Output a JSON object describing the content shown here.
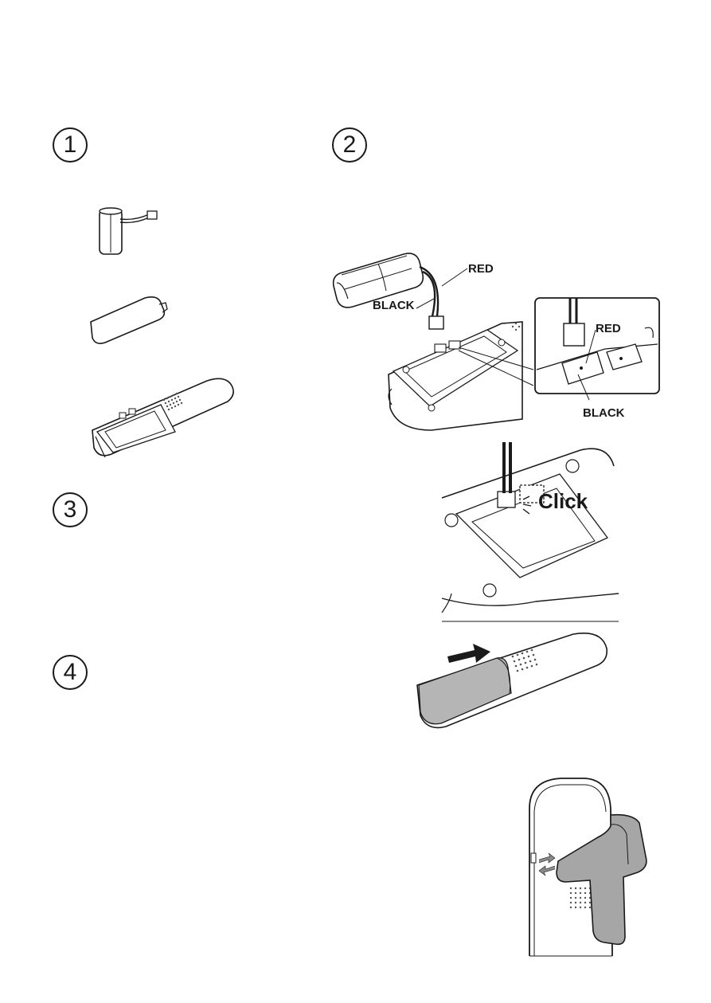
{
  "steps": [
    {
      "number": "1"
    },
    {
      "number": "2"
    },
    {
      "number": "3"
    },
    {
      "number": "4"
    }
  ],
  "labels": {
    "red": "RED",
    "black": "BLACK",
    "click": "Click"
  },
  "icons": [
    "battery-pack-icon",
    "battery-cover-icon",
    "handset-back-icon",
    "connector-closeup-icon",
    "belt-clip-icon",
    "slide-arrow-icon"
  ],
  "colors": {
    "line": "#1a1a1a",
    "clip_fill": "#a6a6a6",
    "speaker_dots": "#555555"
  }
}
